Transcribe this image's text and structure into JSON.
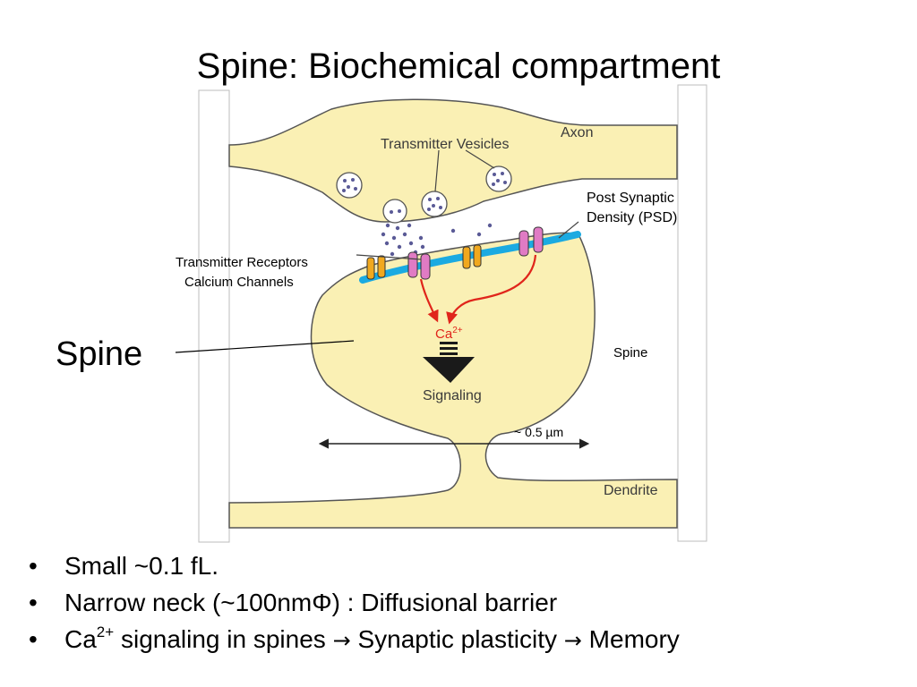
{
  "title": "Spine: Biochemical compartment",
  "diagram": {
    "labels": {
      "transmitter_vesicles": "Transmitter Vesicles",
      "axon": "Axon",
      "psd_line1": "Post Synaptic",
      "psd_line2": "Density (PSD)",
      "receptors_line1": "Transmitter Receptors",
      "receptors_line2": "Calcium Channels",
      "spine_callout": "Spine",
      "spine_inner": "Spine",
      "ca": "Ca",
      "ca_charge": "2+",
      "signaling": "Signaling",
      "scale": "~ 0.5 µm",
      "dendrite": "Dendrite"
    },
    "colors": {
      "cell_fill": "#FAF0B4",
      "membrane": "#555555",
      "psd": "#1BAAE1",
      "receptor": "#E07BC4",
      "channel": "#F0A81E",
      "arrow_red": "#E0251B",
      "vesicle_dot": "#5A5A96"
    }
  },
  "bullets": [
    {
      "text": "Small  ~0.1 fL."
    },
    {
      "text": "Narrow neck (~100nmΦ) : Diffusional barrier"
    },
    {
      "prefix": "Ca",
      "sup": "2+",
      "part1": " signaling in spines ",
      "arrow1": "→",
      "part2": " Synaptic plasticity ",
      "arrow2": "→",
      "part3": " Memory"
    }
  ]
}
